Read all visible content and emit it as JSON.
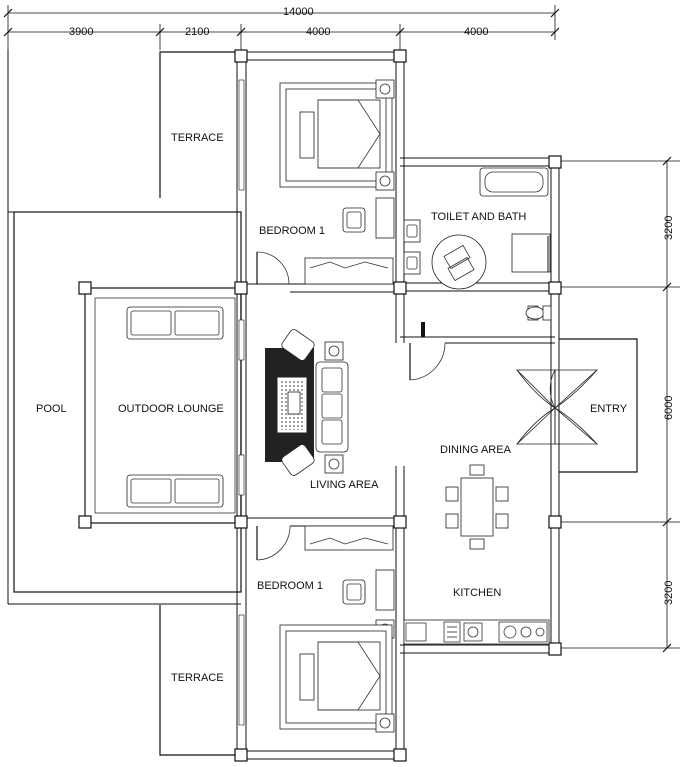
{
  "dimensions": {
    "total_width": "14000",
    "seg_1": "3900",
    "seg_2": "2100",
    "seg_3": "4000",
    "seg_4": "4000",
    "right_top": "3200",
    "right_mid": "6000",
    "right_bottom": "3200"
  },
  "rooms": {
    "terrace_top": "TERRACE",
    "bedroom_top": "BEDROOM 1",
    "toilet_bath": "TOILET AND BATH",
    "pool": "POOL",
    "outdoor_lounge": "OUTDOOR LOUNGE",
    "living_area": "LIVING AREA",
    "dining_area": "DINING AREA",
    "entry": "ENTRY",
    "bedroom_bottom": "BEDROOM 1",
    "kitchen": "KITCHEN",
    "terrace_bottom": "TERRACE"
  }
}
